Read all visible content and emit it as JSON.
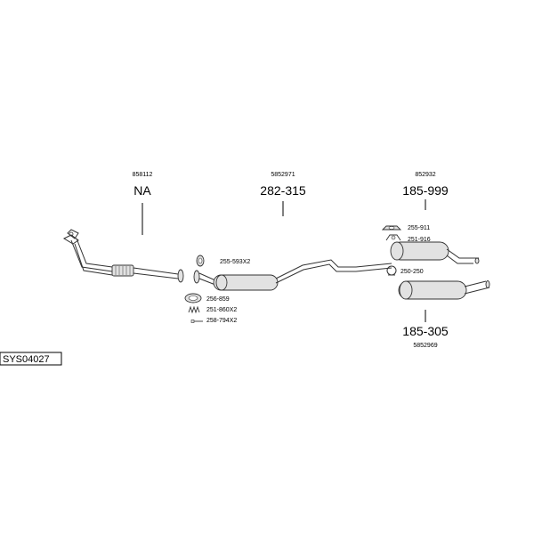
{
  "diagram": {
    "code": "SYS04027",
    "groups": [
      {
        "ref": "858112",
        "label": "NA"
      },
      {
        "ref": "5852971",
        "label": "282-315"
      },
      {
        "ref": "852932",
        "label": "185-999"
      },
      {
        "ref": "5852969",
        "label": "185-305"
      }
    ],
    "small_parts": [
      {
        "label": "255-593X2",
        "icon": "ring-clamp-icon"
      },
      {
        "label": "256-859",
        "icon": "gasket-icon"
      },
      {
        "label": "251-860X2",
        "icon": "spring-icon"
      },
      {
        "label": "258-794X2",
        "icon": "bolt-icon"
      },
      {
        "label": "255-911",
        "icon": "hanger-icon"
      },
      {
        "label": "251-916",
        "icon": "bracket-icon"
      },
      {
        "label": "250-250",
        "icon": "clamp-icon"
      }
    ]
  }
}
